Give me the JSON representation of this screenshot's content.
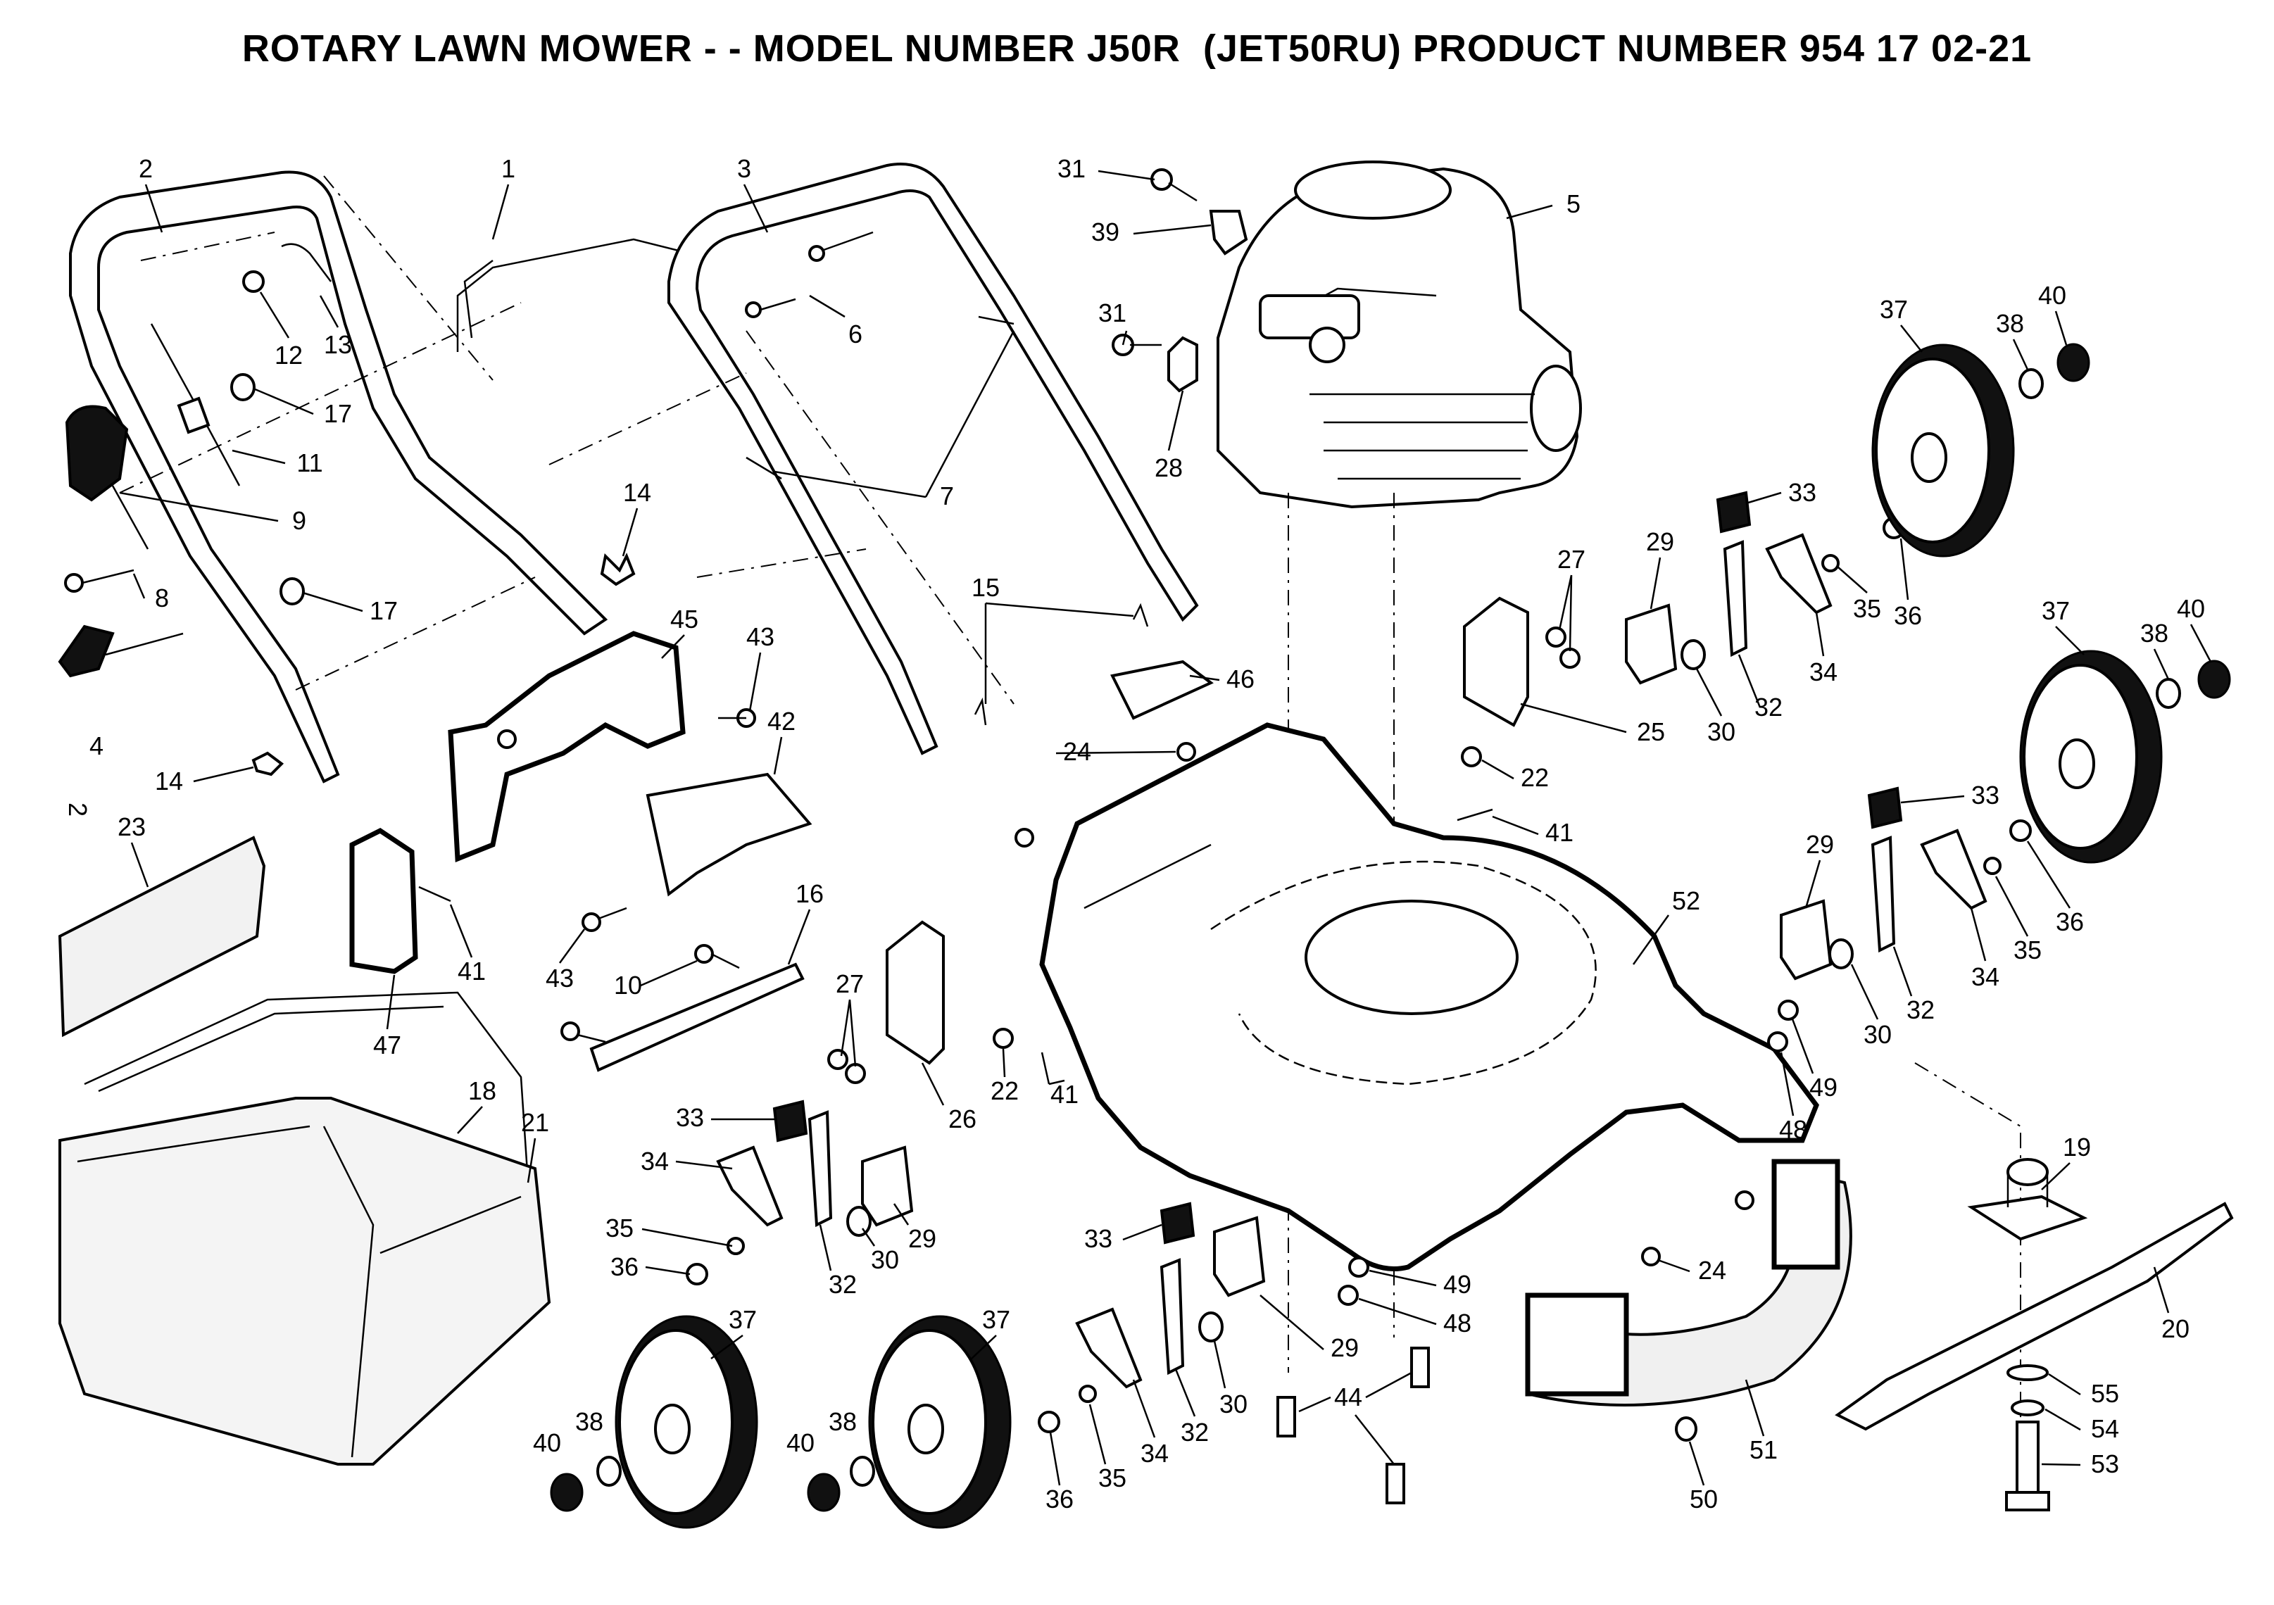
{
  "title": "ROTARY LAWN MOWER - - MODEL NUMBER J50R  (JET50RU) PRODUCT NUMBER 954 17 02-21",
  "side_mark": "2",
  "callouts": [
    {
      "id": "c1",
      "text": "1"
    },
    {
      "id": "c2",
      "text": "2"
    },
    {
      "id": "c3",
      "text": "3"
    },
    {
      "id": "c31a",
      "text": "31"
    },
    {
      "id": "c5",
      "text": "5"
    },
    {
      "id": "c39",
      "text": "39"
    },
    {
      "id": "c13",
      "text": "13"
    },
    {
      "id": "c12",
      "text": "12"
    },
    {
      "id": "c6",
      "text": "6"
    },
    {
      "id": "c31b",
      "text": "31"
    },
    {
      "id": "c37a",
      "text": "37"
    },
    {
      "id": "c38a",
      "text": "38"
    },
    {
      "id": "c40a",
      "text": "40"
    },
    {
      "id": "c17a",
      "text": "17"
    },
    {
      "id": "c11",
      "text": "11"
    },
    {
      "id": "c28",
      "text": "28"
    },
    {
      "id": "c9",
      "text": "9"
    },
    {
      "id": "c7",
      "text": "7"
    },
    {
      "id": "c14a",
      "text": "14"
    },
    {
      "id": "c33a",
      "text": "33"
    },
    {
      "id": "c27a",
      "text": "27"
    },
    {
      "id": "c29a",
      "text": "29"
    },
    {
      "id": "c8",
      "text": "8"
    },
    {
      "id": "c17b",
      "text": "17"
    },
    {
      "id": "c15",
      "text": "15"
    },
    {
      "id": "c36a",
      "text": "36"
    },
    {
      "id": "c35a",
      "text": "35"
    },
    {
      "id": "c45",
      "text": "45"
    },
    {
      "id": "c43a",
      "text": "43"
    },
    {
      "id": "c37b",
      "text": "37"
    },
    {
      "id": "c38b",
      "text": "38"
    },
    {
      "id": "c40b",
      "text": "40"
    },
    {
      "id": "c46",
      "text": "46"
    },
    {
      "id": "c34a",
      "text": "34"
    },
    {
      "id": "c25",
      "text": "25"
    },
    {
      "id": "c30a",
      "text": "30"
    },
    {
      "id": "c32a",
      "text": "32"
    },
    {
      "id": "c42",
      "text": "42"
    },
    {
      "id": "c4",
      "text": "4"
    },
    {
      "id": "c24a",
      "text": "24"
    },
    {
      "id": "c14b",
      "text": "14"
    },
    {
      "id": "c22a",
      "text": "22"
    },
    {
      "id": "c33b",
      "text": "33"
    },
    {
      "id": "c23",
      "text": "23"
    },
    {
      "id": "c41a",
      "text": "41"
    },
    {
      "id": "c29b",
      "text": "29"
    },
    {
      "id": "c16",
      "text": "16"
    },
    {
      "id": "c52",
      "text": "52"
    },
    {
      "id": "c36b",
      "text": "36"
    },
    {
      "id": "c35b",
      "text": "35"
    },
    {
      "id": "c41b",
      "text": "41"
    },
    {
      "id": "c10",
      "text": "10"
    },
    {
      "id": "c43b",
      "text": "43"
    },
    {
      "id": "c27b",
      "text": "27"
    },
    {
      "id": "c34b",
      "text": "34"
    },
    {
      "id": "c32b",
      "text": "32"
    },
    {
      "id": "c30b",
      "text": "30"
    },
    {
      "id": "c47",
      "text": "47"
    },
    {
      "id": "c49a",
      "text": "49"
    },
    {
      "id": "c48a",
      "text": "48"
    },
    {
      "id": "c22b",
      "text": "22"
    },
    {
      "id": "c41c",
      "text": "41"
    },
    {
      "id": "c26",
      "text": "26"
    },
    {
      "id": "c18",
      "text": "18"
    },
    {
      "id": "c21",
      "text": "21"
    },
    {
      "id": "c33c",
      "text": "33"
    },
    {
      "id": "c34c",
      "text": "34"
    },
    {
      "id": "c19",
      "text": "19"
    },
    {
      "id": "c29c",
      "text": "29"
    },
    {
      "id": "c35c",
      "text": "35"
    },
    {
      "id": "c30c",
      "text": "30"
    },
    {
      "id": "c36c",
      "text": "36"
    },
    {
      "id": "c32c",
      "text": "32"
    },
    {
      "id": "c33d",
      "text": "33"
    },
    {
      "id": "c24b",
      "text": "24"
    },
    {
      "id": "c49b",
      "text": "49"
    },
    {
      "id": "c48b",
      "text": "48"
    },
    {
      "id": "c20",
      "text": "20"
    },
    {
      "id": "c37c",
      "text": "37"
    },
    {
      "id": "c37d",
      "text": "37"
    },
    {
      "id": "c29d",
      "text": "29"
    },
    {
      "id": "c30d",
      "text": "30"
    },
    {
      "id": "c44",
      "text": "44"
    },
    {
      "id": "c55",
      "text": "55"
    },
    {
      "id": "c54",
      "text": "54"
    },
    {
      "id": "c38c",
      "text": "38"
    },
    {
      "id": "c38d",
      "text": "38"
    },
    {
      "id": "c40c",
      "text": "40"
    },
    {
      "id": "c40d",
      "text": "40"
    },
    {
      "id": "c34d",
      "text": "34"
    },
    {
      "id": "c32d",
      "text": "32"
    },
    {
      "id": "c35d",
      "text": "35"
    },
    {
      "id": "c51",
      "text": "51"
    },
    {
      "id": "c53",
      "text": "53"
    },
    {
      "id": "c36d",
      "text": "36"
    },
    {
      "id": "c50",
      "text": "50"
    }
  ]
}
